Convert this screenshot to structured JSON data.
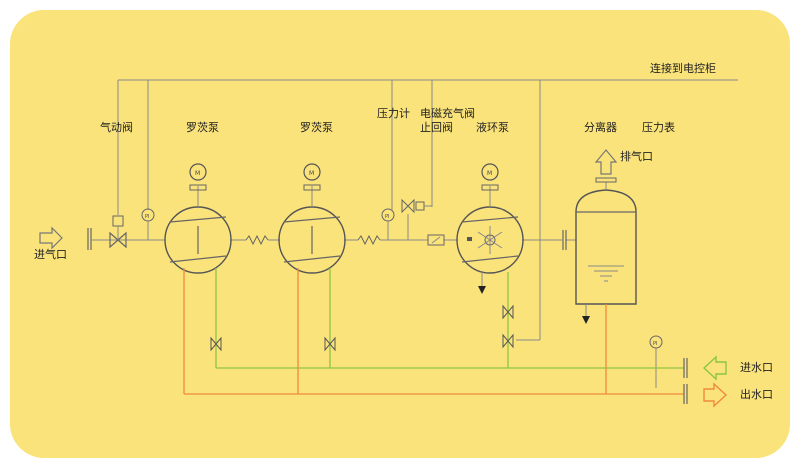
{
  "labels": {
    "control_cabinet": "连接到电控柜",
    "pneumatic_valve": "气动阀",
    "roots_pump_1": "罗茨泵",
    "roots_pump_2": "罗茨泵",
    "pressure_gauge": "压力计",
    "solenoid_valve_line1": "电磁充气阀",
    "solenoid_valve_line2": "止回阀",
    "liquid_ring_pump": "液环泵",
    "separator": "分离器",
    "pressure_meter": "压力表",
    "exhaust_outlet": "排气口",
    "gas_inlet": "进气口",
    "water_inlet": "进水口",
    "water_outlet": "出水口",
    "motor_mark": "M",
    "pi_mark": "PI"
  },
  "colors": {
    "background": "#fbe37c",
    "gas_line": "#888888",
    "inlet_water_line": "#8cc63f",
    "outlet_water_line": "#f08a3a",
    "inlet_arrow": "#8cc63f",
    "outlet_arrow": "#f08a3a",
    "exhaust_arrow": "#777777"
  }
}
